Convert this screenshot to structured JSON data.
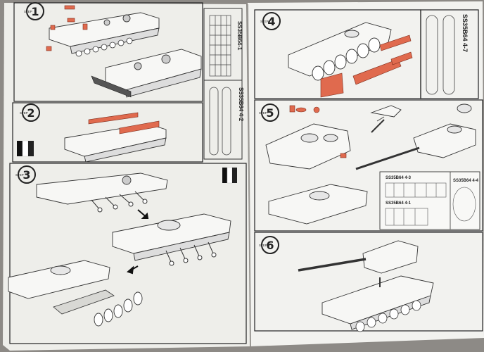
{
  "colors": {
    "paper": "#f1f1ef",
    "ink": "#2b2b2b",
    "line": "#555555",
    "highlight": "#e06a4e",
    "shadow": "#8d8a86"
  },
  "steps": [
    {
      "number": "1",
      "label": "STEP"
    },
    {
      "number": "2",
      "label": "STEP"
    },
    {
      "number": "3",
      "label": "STEP"
    },
    {
      "number": "4",
      "label": "STEP"
    },
    {
      "number": "5",
      "label": "STEP"
    },
    {
      "number": "6",
      "label": "STEP"
    }
  ],
  "part_codes": {
    "left_sprue_vertical": "SS35B64-1",
    "left_track_vertical": "SS35B64 4-2",
    "right_track_vertical": "SS35B64 4-7",
    "sprue_box_title": "SS35B64 4-3",
    "sprue_box_sub": "SS35B64 4-1",
    "sprue_box_right": "SS35B64 4-4"
  },
  "icons": [
    "step-circle-icon",
    "arrow-icon",
    "flag-icon",
    "tank-hull-icon",
    "turret-icon",
    "track-icon",
    "wheel-icon"
  ]
}
